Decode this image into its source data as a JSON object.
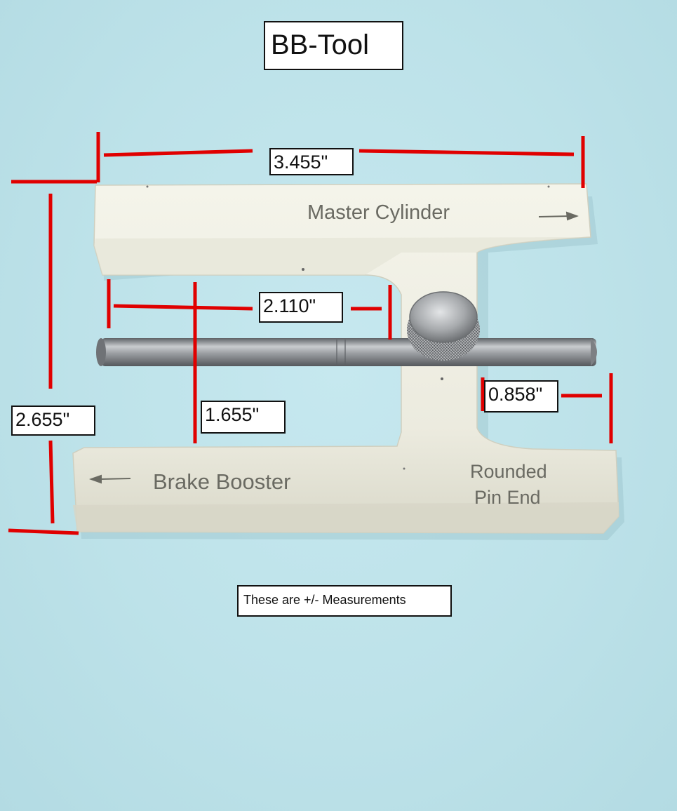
{
  "title": "BB-Tool",
  "note": "These are +/- Measurements",
  "tool_text": {
    "top": "Master Cylinder",
    "bottom": "Brake Booster",
    "pin_end_line1": "Rounded",
    "pin_end_line2": "Pin End"
  },
  "dimensions": {
    "width_total": "3.455\"",
    "pin_length": "2.110\"",
    "pin_end_offset": "0.858\"",
    "height_total": "2.655\"",
    "inner_height": "1.655\""
  },
  "colors": {
    "background": "#bfe3ea",
    "dimension_line": "#e00000",
    "tool_body": "#eeeee2",
    "pin": "#8c8f92"
  }
}
